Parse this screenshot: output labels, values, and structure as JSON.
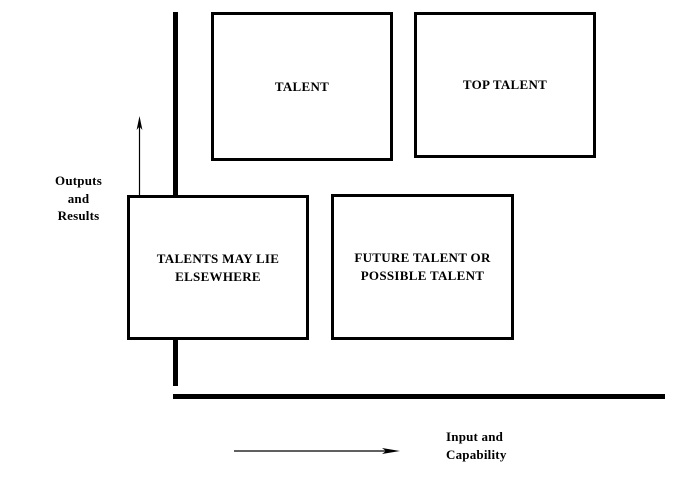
{
  "diagram": {
    "type": "two-by-two-matrix",
    "background_color": "#ffffff",
    "line_color": "#000000",
    "axes": {
      "vertical": {
        "name": "outputs-results-axis",
        "caption": "Outputs\nand\nResults",
        "caption_line_1": "Outputs",
        "caption_line_2": "and",
        "caption_line_3": "Results",
        "direction": "up"
      },
      "horizontal": {
        "name": "input-capability-axis",
        "caption": "Input and Capability",
        "caption_line_1": "Input and",
        "caption_line_2": "Capability",
        "direction": "right"
      }
    },
    "quadrants": [
      {
        "id": "top-left",
        "label": "TALENT",
        "lines": [
          "TALENT"
        ]
      },
      {
        "id": "top-right",
        "label": "TOP TALENT",
        "lines": [
          "TOP TALENT"
        ]
      },
      {
        "id": "bottom-left",
        "label": "TALENTS MAY LIE ELSEWHERE",
        "lines": [
          "TALENTS MAY LIE",
          "ELSEWHERE"
        ]
      },
      {
        "id": "bottom-right",
        "label": "FUTURE TALENT OR POSSIBLE TALENT",
        "lines": [
          "FUTURE TALENT OR",
          "POSSIBLE TALENT"
        ]
      }
    ]
  }
}
